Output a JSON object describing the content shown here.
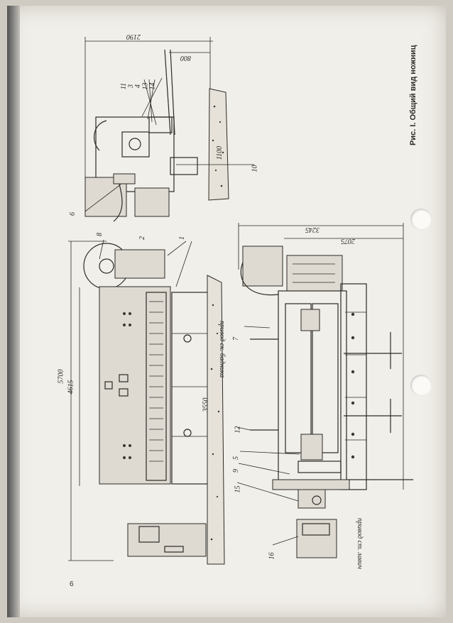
{
  "caption": "Рис. I. Общий вид ножниц",
  "page_number": "6",
  "dimensions": {
    "top_width": "2190",
    "top_offset": "800",
    "top_height": "1100",
    "length_total": "5700",
    "length_inner": "4615",
    "bed_span": "3550",
    "right_width": "3245",
    "right_inner": "2075"
  },
  "callouts": {
    "c1": "1",
    "c2": "2",
    "c3": "3",
    "c4": "4",
    "c5": "5",
    "c6": "6",
    "c7": "7",
    "c8": "8",
    "c9": "9",
    "c10": "10",
    "c11": "11",
    "c12": "12",
    "c13": "13",
    "c14": "14",
    "c15": "15",
    "c16": "16"
  },
  "labels": {
    "drive_backgauge": "привод ск. бадника",
    "drive_table": "привод ст. лавич"
  }
}
